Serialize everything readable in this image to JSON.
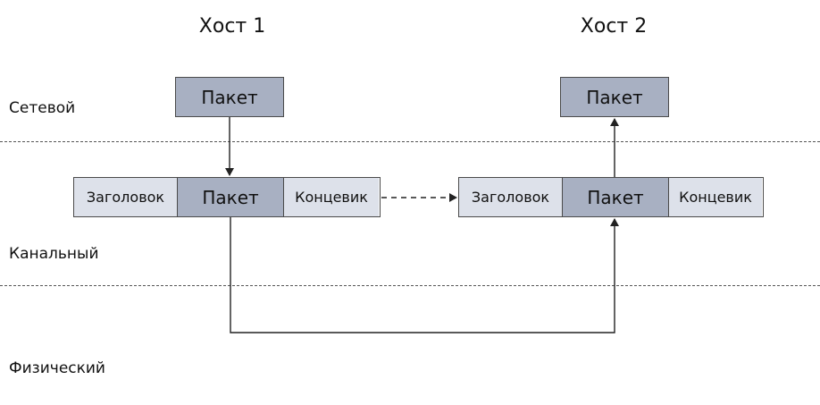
{
  "hosts": {
    "host1": "Хост 1",
    "host2": "Хост 2"
  },
  "layers": {
    "network": "Сетевой",
    "link": "Канальный",
    "physical": "Физический"
  },
  "host1": {
    "network_packet": "Пакет",
    "frame": {
      "header": "Заголовок",
      "payload": "Пакет",
      "trailer": "Концевик"
    }
  },
  "host2": {
    "network_packet": "Пакет",
    "frame": {
      "header": "Заголовок",
      "payload": "Пакет",
      "trailer": "Концевик"
    }
  }
}
